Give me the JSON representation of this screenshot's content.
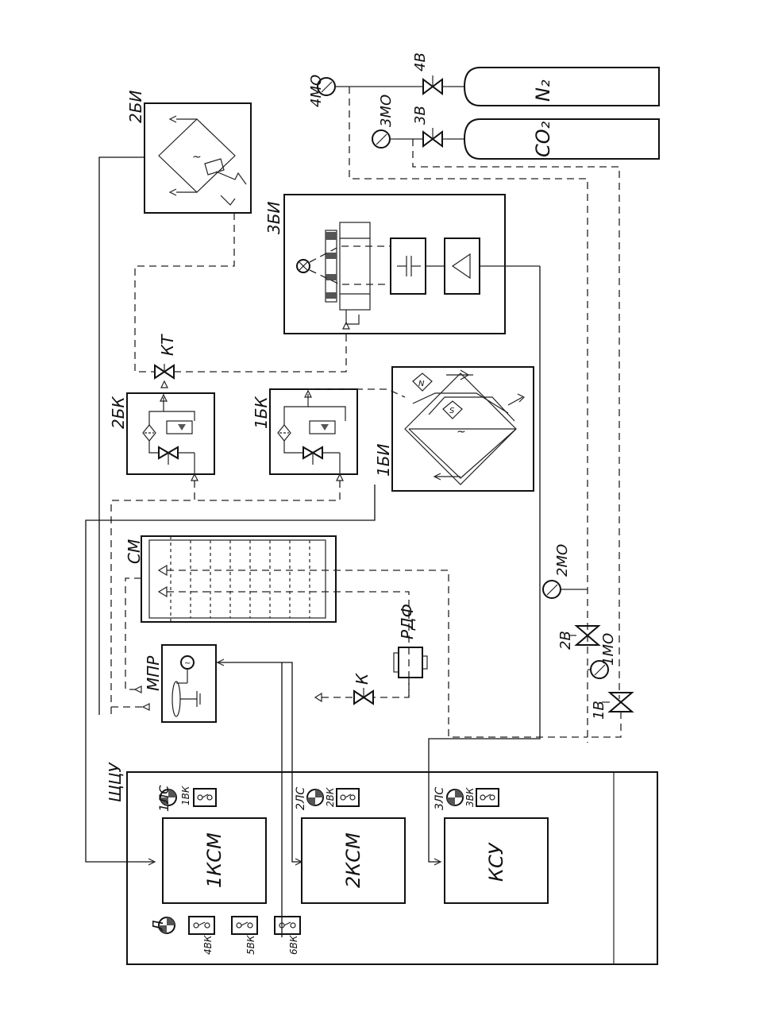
{
  "labels": {
    "b2bi": "2БИ",
    "b3bi": "3БИ",
    "b1bi": "1БИ",
    "b2bk": "2БК",
    "b1bk": "1БК",
    "kt": "КТ",
    "cm": "СМ",
    "mpr": "МПР",
    "rdf": "РДФ",
    "k": "К",
    "m1": "1МО",
    "m2": "2МО",
    "m3": "3МО",
    "m4": "4МО",
    "v1": "1В",
    "v2": "2В",
    "v3": "3В",
    "v4": "4В",
    "n2": "N₂",
    "co2": "CO₂",
    "shchu": "ЩЦУ",
    "ksm1": "1КСМ",
    "ksm2": "2КСМ",
    "ksu": "КСУ",
    "ls1": "1ЛС",
    "ls2": "2ЛС",
    "ls3": "3ЛС",
    "vk1": "1ВК",
    "vk2": "2ВК",
    "vk3": "3ВК",
    "l": "Л",
    "vk4": "4ВК",
    "vk5": "5ВК",
    "vk6": "6ВК"
  }
}
